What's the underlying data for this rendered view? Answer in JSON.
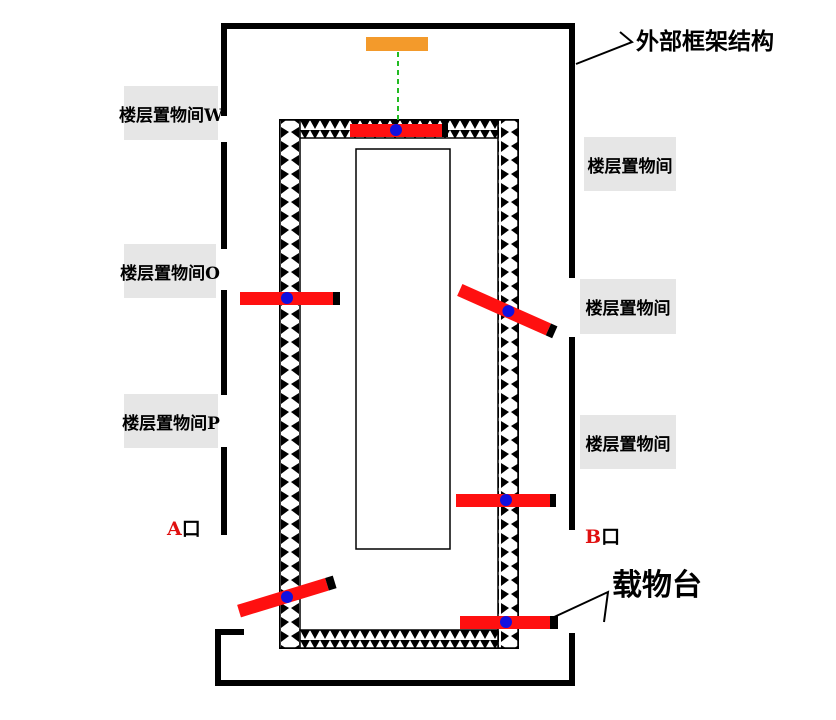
{
  "labels": {
    "frame_structure": "外部框架结构",
    "platform": "载物台",
    "room_w": "楼层置物间W",
    "room_o": "楼层置物间O",
    "room_p": "楼层置物间P",
    "room_r1": "楼层置物间",
    "room_r2": "楼层置物间",
    "room_r3": "楼层置物间",
    "port_a_letter": "A",
    "port_a_suffix": "口",
    "port_b_letter": "B",
    "port_b_suffix": "口"
  },
  "colors": {
    "frame": "#000000",
    "arm": "#ff1010",
    "pivot": "#1010e0",
    "sensor": "#f39a2b",
    "beam": "#22bb22",
    "label_bg": "#e6e6e6",
    "port_letter": "#e01010"
  }
}
